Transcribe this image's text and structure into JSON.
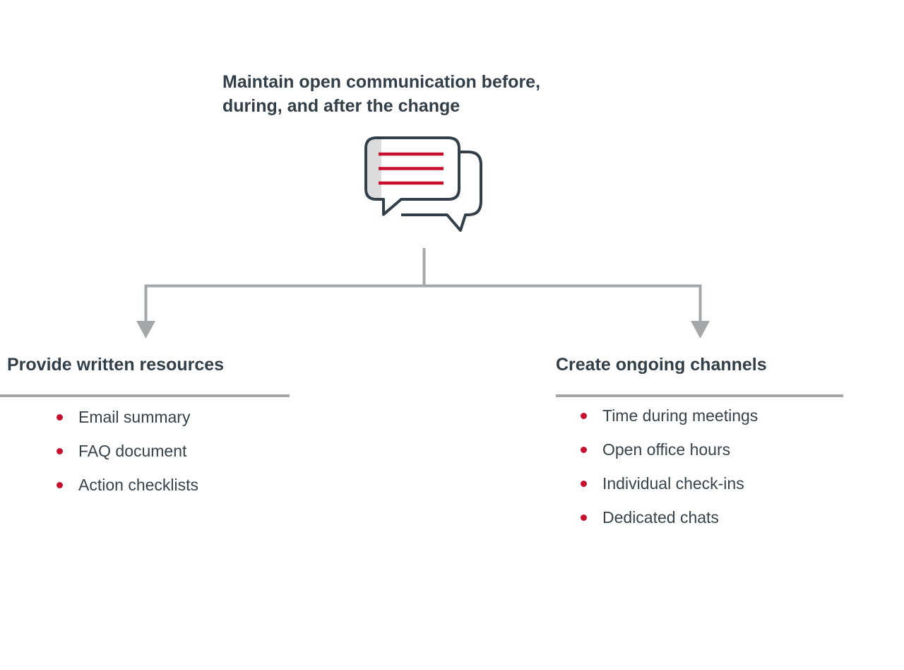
{
  "colors": {
    "text_dark": "#333F48",
    "accent_red": "#C8102E",
    "connector_gray": "#A4A7A9",
    "icon_stripe_gray": "#DCDCDC",
    "background": "#FFFFFF"
  },
  "header": {
    "title_line1": "Maintain open communication before,",
    "title_line2": "during, and after the change",
    "icon": "chat-bubbles-icon"
  },
  "branches": [
    {
      "heading": "Provide written resources",
      "items": [
        "Email summary",
        "FAQ document",
        "Action checklists"
      ]
    },
    {
      "heading": "Create ongoing channels",
      "items": [
        "Time during meetings",
        "Open office hours",
        "Individual check-ins",
        "Dedicated chats"
      ]
    }
  ]
}
